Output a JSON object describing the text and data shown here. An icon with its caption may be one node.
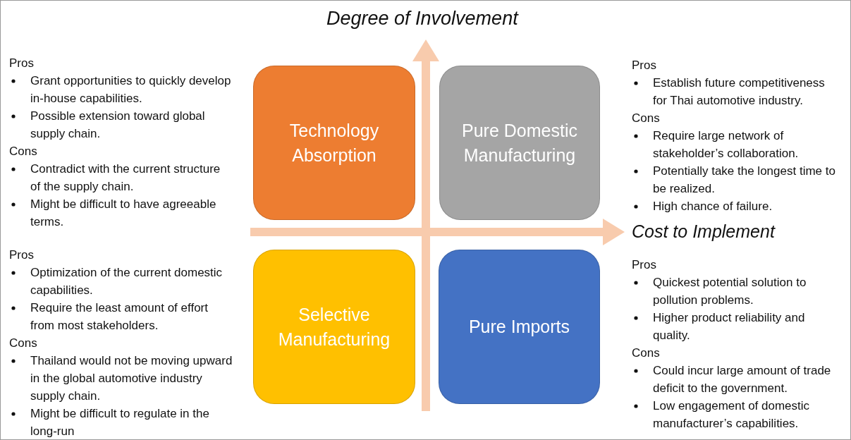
{
  "diagram": {
    "nodes": [
      {
        "text": [
          "Technology Absorption"
        ]
      },
      {
        "text": [
          "Pure Domestic Manufacturing"
        ]
      },
      {
        "text": [
          "Selective Manufacturing"
        ]
      },
      {
        "text": [
          "Pure Imports"
        ]
      }
    ],
    "edges": [],
    "labels": [
      "Degree of Involvement",
      "Pros",
      "Grant opportunities to quickly develop in-house capabilities.",
      "Possible extension toward global supply chain.",
      "Cons",
      "Contradict with the current structure of the supply chain.",
      "Might be difficult to have agreeable terms.",
      "Pros",
      "Establish future competitiveness for Thai automotive industry.",
      "Cons",
      "Require large network of stakeholder’s collaboration.",
      "Potentially take the longest time to be realized.",
      "High chance of failure.",
      "Cost to Implement",
      "Pros",
      "Optimization of the current domestic capabilities.",
      "Require the least amount of effort from most stakeholders.",
      "Cons",
      "Thailand would not be moving upward in the global automotive industry supply chain.",
      "Might be difficult to regulate in the long-run",
      "Pros",
      "Quickest potential solution to pollution problems.",
      "Higher product reliability and quality.",
      "Cons",
      "Could incur large amount of trade deficit to the government.",
      "Low engagement of domestic manufacturer’s capabilities."
    ]
  }
}
